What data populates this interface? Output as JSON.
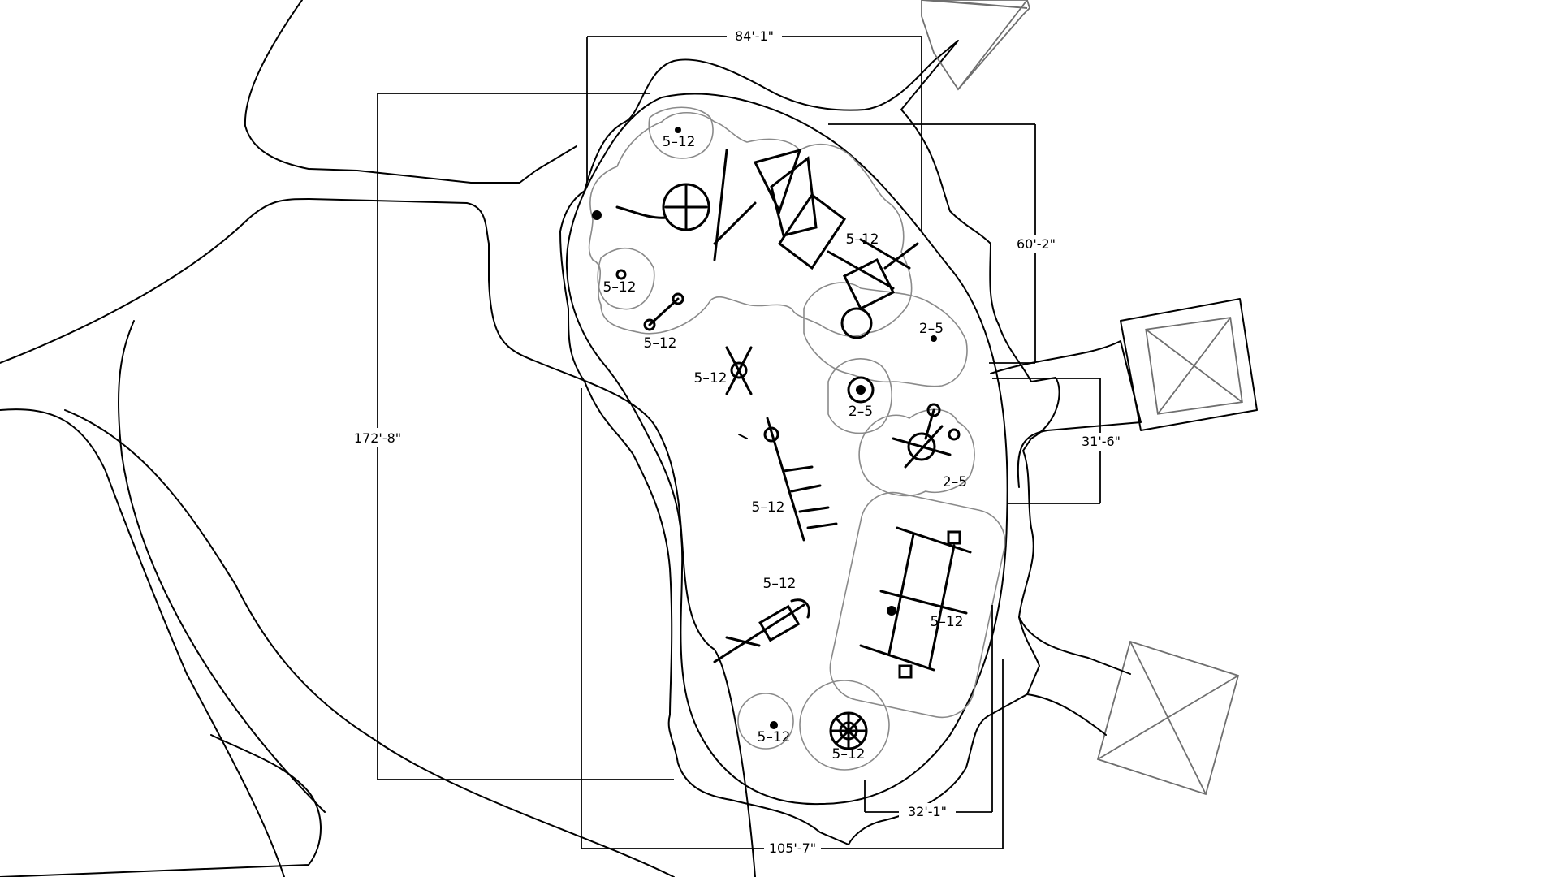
{
  "dimensions": {
    "top_width": "84'-1\"",
    "left_height": "172'-8\"",
    "right_upper": "60'-2\"",
    "right_middle": "31'-6\"",
    "bottom_small": "32'-1\"",
    "bottom_width": "105'-7\""
  },
  "zones": [
    {
      "id": "z1",
      "label": "5–12"
    },
    {
      "id": "z2",
      "label": "5–12"
    },
    {
      "id": "z3",
      "label": "5–12"
    },
    {
      "id": "z4",
      "label": "5–12"
    },
    {
      "id": "z5",
      "label": "2–5"
    },
    {
      "id": "z6",
      "label": "5–12"
    },
    {
      "id": "z7",
      "label": "2–5"
    },
    {
      "id": "z8",
      "label": "2–5"
    },
    {
      "id": "z9",
      "label": "5–12"
    },
    {
      "id": "z10",
      "label": "5–12"
    },
    {
      "id": "z11",
      "label": "5–12"
    },
    {
      "id": "z12",
      "label": "5–12"
    },
    {
      "id": "z13",
      "label": "5–12"
    }
  ],
  "colors": {
    "line": "#000000",
    "zone_outline": "#8a8a8a",
    "shelter": "#6f6f6f"
  }
}
